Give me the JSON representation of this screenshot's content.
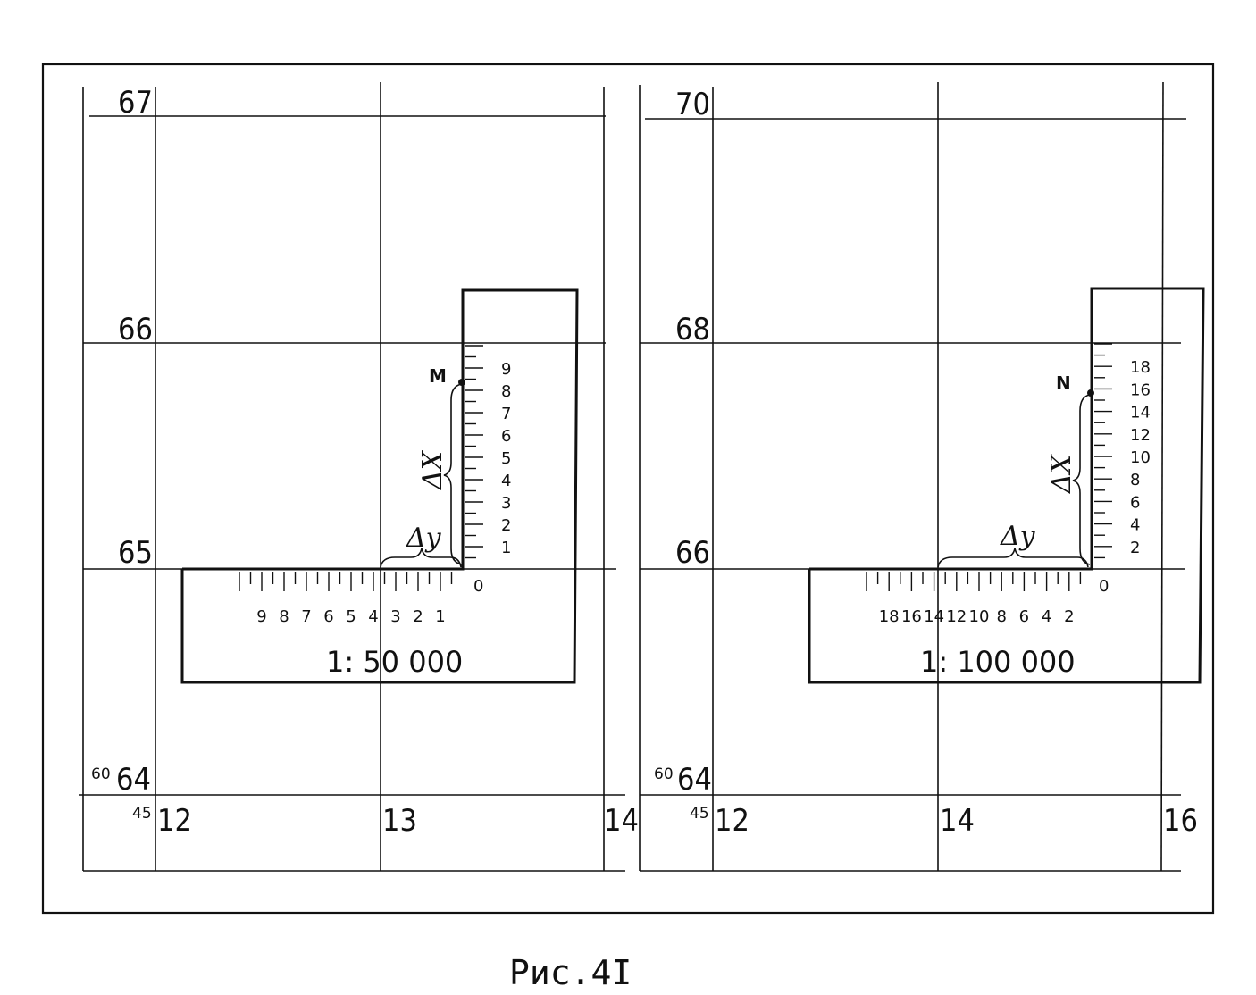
{
  "caption": "Рис.4I",
  "left": {
    "northing_labels": [
      "67",
      "66",
      "65",
      "64"
    ],
    "northing_prefix": "60",
    "easting_labels": [
      "12",
      "13",
      "14"
    ],
    "easting_prefix": "45",
    "scale_title": "1: 50 000",
    "x_scale_labels": [
      "1",
      "2",
      "3",
      "4",
      "5",
      "6",
      "7",
      "8",
      "9"
    ],
    "y_scale_labels": [
      "1",
      "2",
      "3",
      "4",
      "5",
      "6",
      "7",
      "8",
      "9"
    ],
    "zero_label": "0",
    "point_label": "M",
    "delta_x_label": "ΔX",
    "delta_y_label": "Δy"
  },
  "right": {
    "northing_labels": [
      "70",
      "68",
      "66",
      "64"
    ],
    "northing_prefix": "60",
    "easting_labels": [
      "12",
      "14",
      "16"
    ],
    "easting_prefix": "45",
    "scale_title": "1: 100 000",
    "x_scale_labels": [
      "2",
      "4",
      "6",
      "8",
      "10",
      "12",
      "14",
      "16",
      "18"
    ],
    "y_scale_labels": [
      "2",
      "4",
      "6",
      "8",
      "10",
      "12",
      "14",
      "16",
      "18"
    ],
    "zero_label": "0",
    "point_label": "N",
    "delta_x_label": "ΔX",
    "delta_y_label": "Δy"
  }
}
